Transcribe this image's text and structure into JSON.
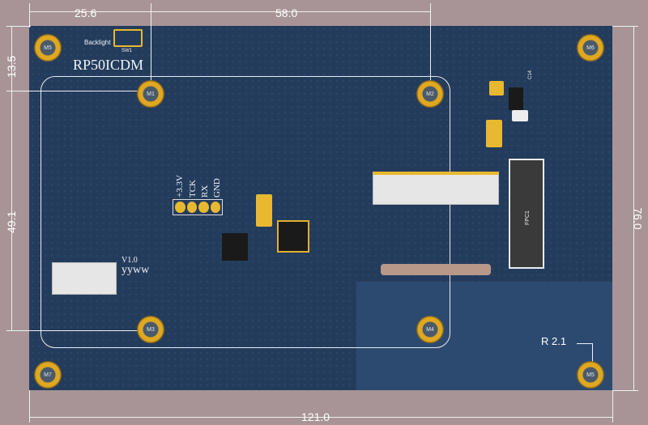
{
  "dimensions": {
    "top_left": "25.6",
    "top_right": "58.0",
    "left_top": "13.5",
    "left_mid": "49.1",
    "right": "76.0",
    "bottom": "121.0",
    "radius": "R 2.1"
  },
  "holes": [
    "M5",
    "M6",
    "M1",
    "M2",
    "M3",
    "M4",
    "M7",
    "M5"
  ],
  "silk": {
    "backlight": "Backlight",
    "sw": "SW1",
    "model": "RP50ICDM",
    "pins": [
      "+3.3V",
      "TCK",
      "RX",
      "GND"
    ],
    "version": "V1.0",
    "date": "yyww",
    "fpc": "FPC1",
    "cap": "C14"
  },
  "colors": {
    "board": "#243c5c",
    "background": "#a89496",
    "pad": "#e8b830"
  }
}
